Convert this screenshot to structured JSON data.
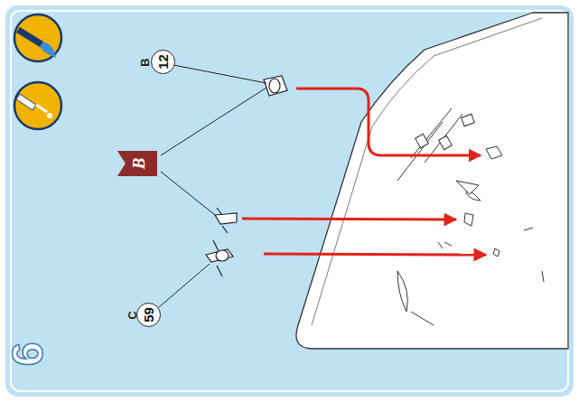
{
  "diagram": {
    "nodes": [
      {
        "text": [
          "12"
        ]
      },
      {
        "text": [
          "B"
        ]
      },
      {
        "text": [
          "59"
        ]
      }
    ],
    "labels": [
      "B",
      "C",
      "6"
    ]
  }
}
